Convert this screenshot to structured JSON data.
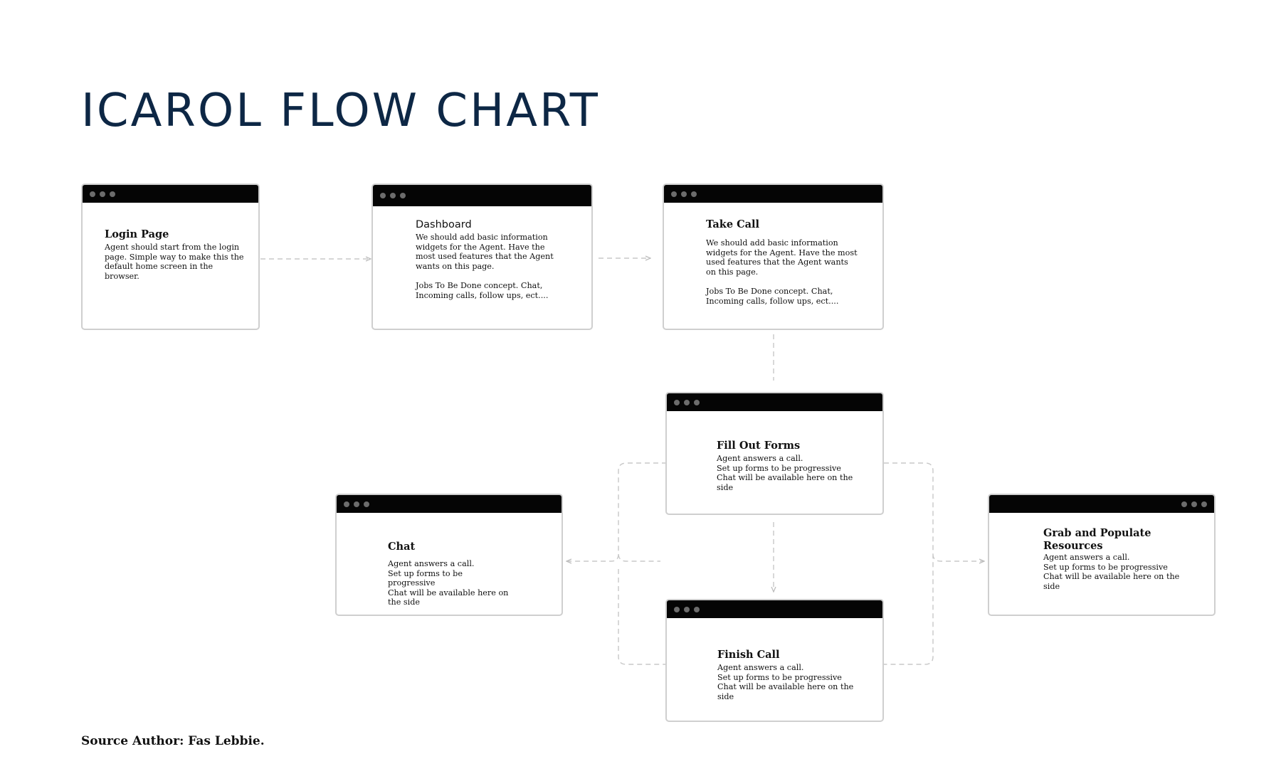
{
  "title": "ICAROL FLOW CHART",
  "source": "Source Author: Fas Lebbie.",
  "cards": {
    "login": {
      "title": "Login Page",
      "body": "Agent should start from the login\npage. Simple way to make this the\ndefault home screen in the\nbrowser."
    },
    "dashboard": {
      "title": "Dashboard",
      "body": "We should add basic information\nwidgets for the Agent. Have the\nmost used features that the Agent\nwants on this page.\n\nJobs To Be Done concept. Chat,\nIncoming calls, follow ups, ect...."
    },
    "take_call": {
      "title": "Take Call",
      "body": "We should add basic information\nwidgets for the Agent. Have the most\nused features that the Agent wants\non this page.\n\nJobs To Be Done concept. Chat,\nIncoming calls, follow ups, ect...."
    },
    "fill_out_forms": {
      "title": "Fill Out Forms",
      "body": "Agent answers a call.\nSet up forms to be progressive\nChat will be available here on the\nside"
    },
    "chat": {
      "title": "Chat",
      "body": "Agent answers a call.\nSet up forms to be\nprogressive\nChat will be available here on\nthe side"
    },
    "grab_resources": {
      "title": "Grab and Populate\nResources",
      "body": "Agent answers a call.\nSet up forms to be progressive\nChat will be available here on the\nside"
    },
    "finish_call": {
      "title": "Finish Call",
      "body": "Agent answers a call.\nSet up forms to be progressive\nChat will be available here on the\nside"
    }
  }
}
